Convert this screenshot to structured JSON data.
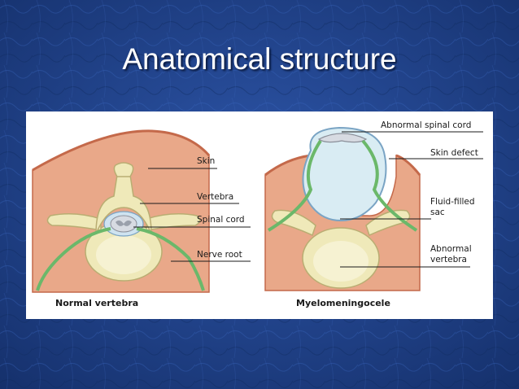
{
  "slide": {
    "title": "Anatomical structure"
  },
  "figure": {
    "normal": {
      "caption": "Normal vertebra",
      "labels": {
        "skin": "Skin",
        "vertebra": "Vertebra",
        "spinal_cord": "Spinal cord",
        "nerve_root": "Nerve root"
      }
    },
    "myelo": {
      "caption": "Myelomeningocele",
      "labels": {
        "abnormal_cord": "Abnormal spinal cord",
        "skin_defect": "Skin defect",
        "fluid_sac_line1": "Fluid-filled",
        "fluid_sac_line2": "sac",
        "abnormal_vert_line1": "Abnormal",
        "abnormal_vert_line2": "vertebra"
      }
    },
    "colors": {
      "slide_background": "#1f3f82",
      "skin": "#e9a889",
      "skin_edge": "#c4694a",
      "bone": "#efe9b9",
      "bone_edge": "#b9ad72",
      "nerve": "#6bb86a",
      "sac_fluid": "#d9ecf3",
      "cord": "#d7dbe2"
    }
  }
}
